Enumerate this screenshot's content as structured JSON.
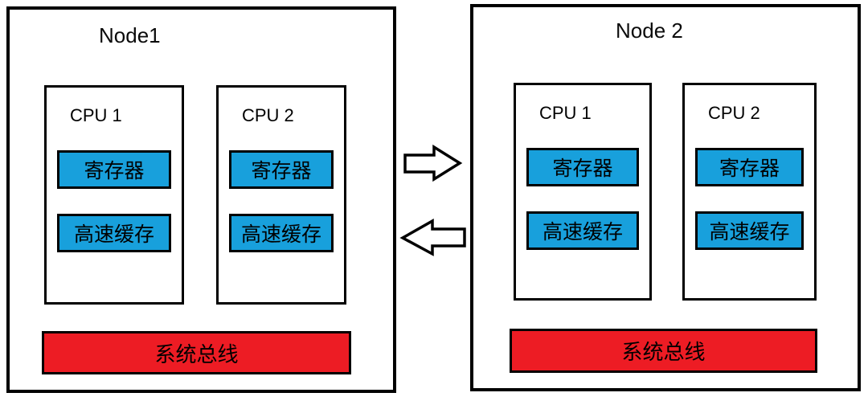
{
  "colors": {
    "chip_blue": "#18A0DC",
    "bus_red": "#ED1C24",
    "line_black": "#000000"
  },
  "nodes": [
    {
      "title": "Node1",
      "cpus": [
        {
          "label": "CPU 1",
          "chips": [
            "寄存器",
            "高速缓存"
          ]
        },
        {
          "label": "CPU 2",
          "chips": [
            "寄存器",
            "高速缓存"
          ]
        }
      ],
      "bus": "系统总线"
    },
    {
      "title": "Node 2",
      "cpus": [
        {
          "label": "CPU 1",
          "chips": [
            "寄存器",
            "高速缓存"
          ]
        },
        {
          "label": "CPU 2",
          "chips": [
            "寄存器",
            "高速缓存"
          ]
        }
      ],
      "bus": "系统总线"
    }
  ],
  "arrows": [
    {
      "direction": "right"
    },
    {
      "direction": "left"
    }
  ]
}
